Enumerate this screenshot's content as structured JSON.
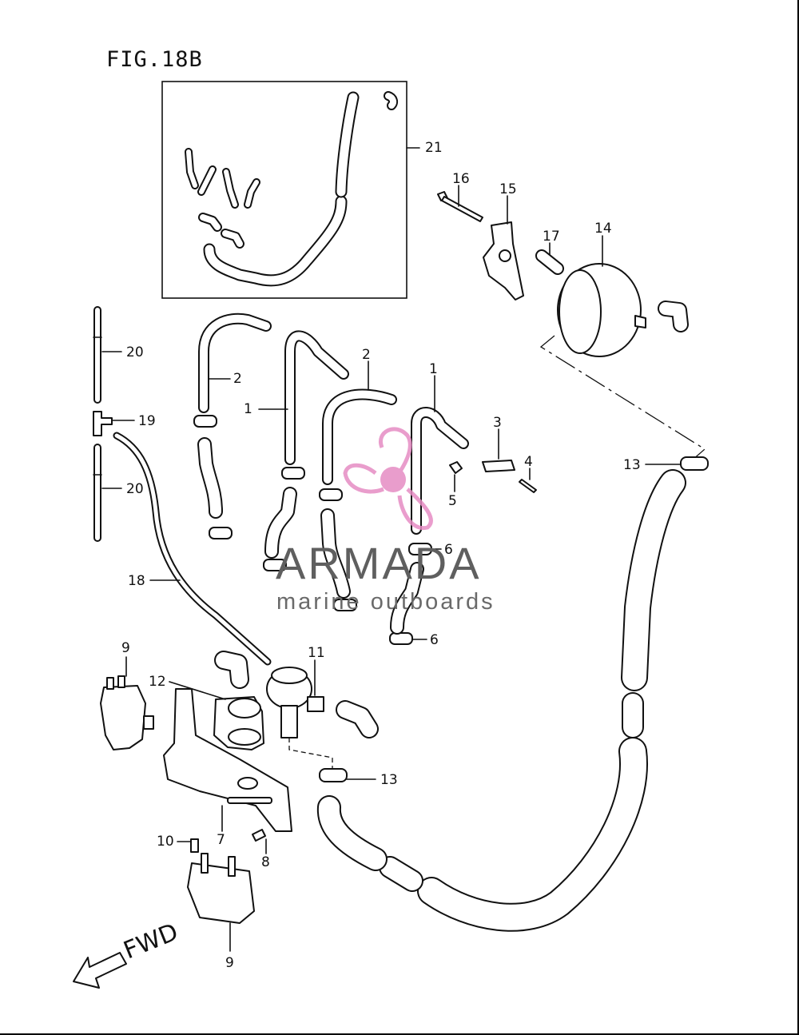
{
  "figure_title": "FIG.18B",
  "direction_label": "FWD",
  "watermark": {
    "brand": "ARMADA",
    "tagline": "marine outboards",
    "accent_color": "#e68cc4",
    "text_color": "#5f5f5f"
  },
  "callouts": [
    "21",
    "16",
    "15",
    "17",
    "14",
    "20",
    "19",
    "20",
    "2",
    "1",
    "2",
    "1",
    "3",
    "4",
    "5",
    "6",
    "6",
    "13",
    "18",
    "9",
    "11",
    "12",
    "13",
    "7",
    "10",
    "8",
    "9"
  ]
}
